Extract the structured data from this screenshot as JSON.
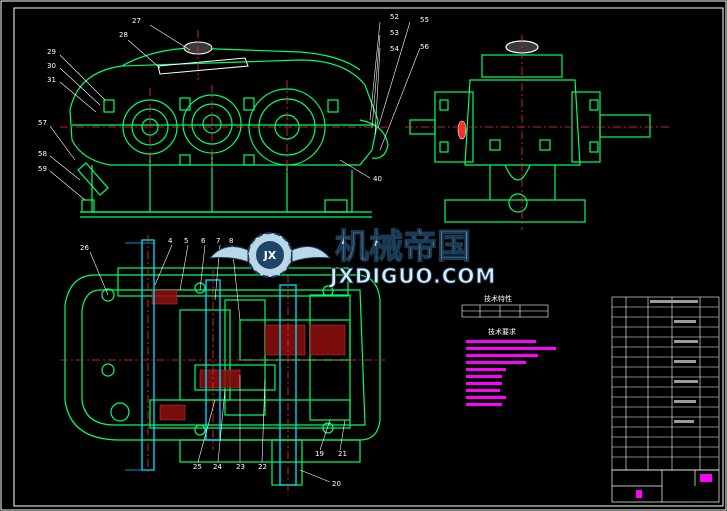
{
  "watermark": {
    "logo_letters": "JX",
    "brand_cn": "机械帝国",
    "brand_en": "JXDIGUO.COM"
  },
  "colors": {
    "background": "#000000",
    "outline": "#00ff66",
    "centerline": "#ff2a2a",
    "leader": "#ffffff",
    "hatch": "#ff00ff",
    "shaft": "#00e5ff",
    "dimension": "#00bfff"
  },
  "front_view": {
    "callouts": [
      "27",
      "28",
      "29",
      "30",
      "31",
      "52",
      "53",
      "54",
      "55",
      "56",
      "57",
      "58",
      "59",
      "40"
    ]
  },
  "plan_view": {
    "callouts": [
      "26",
      "4",
      "5",
      "6",
      "7",
      "8",
      "25",
      "24",
      "23",
      "22",
      "19",
      "21",
      "20"
    ]
  },
  "side_view": {},
  "spec_table": {
    "title": "技术特性"
  },
  "tech_requirements": {
    "title": "技术要求"
  },
  "title_block": {}
}
